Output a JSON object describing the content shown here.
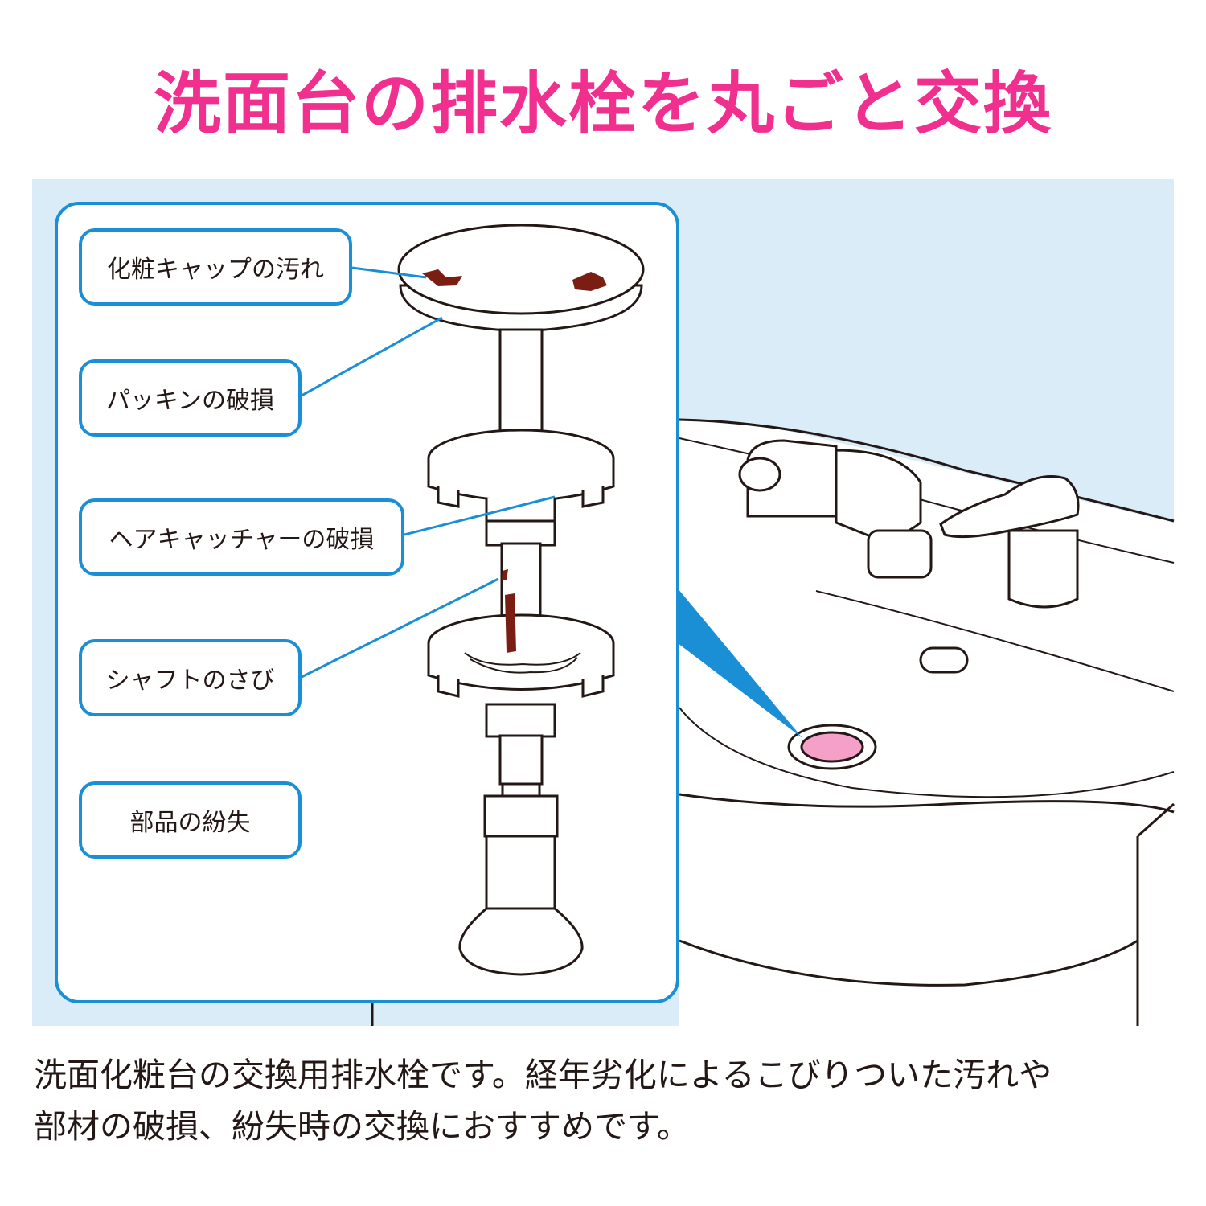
{
  "title": "洗面台の排水栓を丸ごと交換",
  "callouts": [
    {
      "label": "化粧キャップの汚れ"
    },
    {
      "label": "パッキンの破損"
    },
    {
      "label": "ヘアキャッチャーの破損"
    },
    {
      "label": "シャフトのさび"
    },
    {
      "label": "部品の紛失"
    }
  ],
  "description": {
    "line1": "洗面化粧台の交換用排水栓です。経年劣化によるこびりついた汚れや",
    "line2": "部材の破損、紛失時の交換におすすめです。"
  },
  "colors": {
    "title": "#f02f8f",
    "accent": "#1a8fd6",
    "background_panel": "#d9ecf8",
    "drain_highlight": "#f4a0c8",
    "rust": "#7a1e14"
  }
}
